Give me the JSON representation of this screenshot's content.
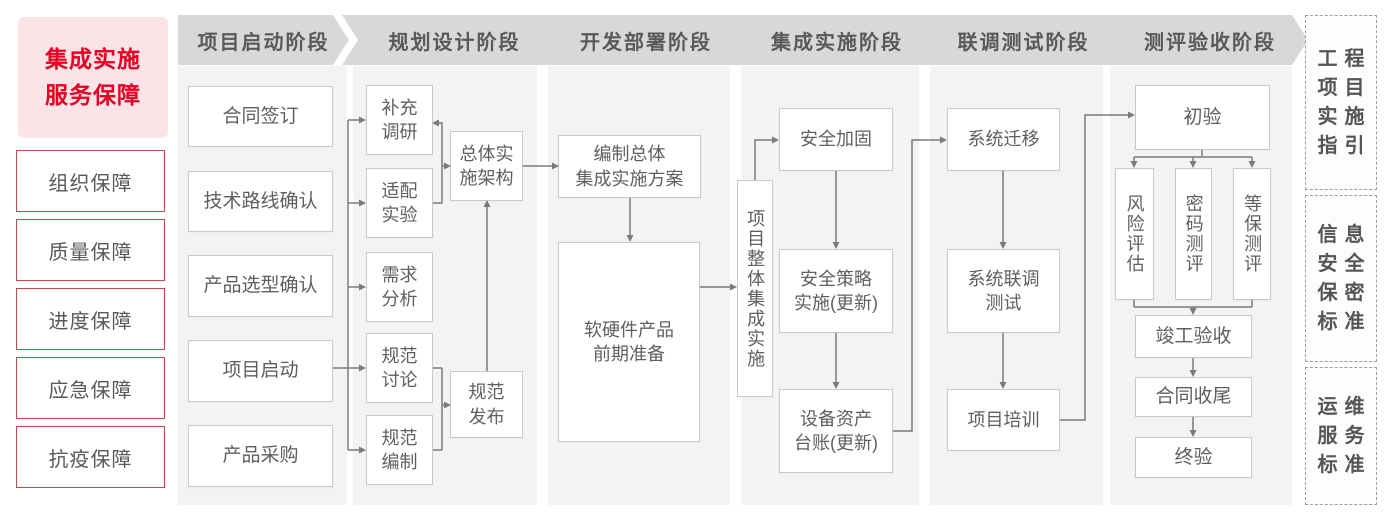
{
  "colors": {
    "accent_red": "#e60021",
    "pink_bg": "#fbe4e7",
    "red_border": "#c44a52",
    "header_gray": "#d8d8d8",
    "column_bg": "#f3f3f3",
    "box_border": "#c9c9c9",
    "line_gray": "#7a7a7a",
    "text_gray": "#595959"
  },
  "sidebar": {
    "title": "集成实施\n服务保障",
    "items": [
      "组织保障",
      "质量保障",
      "进度保障",
      "应急保障",
      "抗疫保障"
    ]
  },
  "phases": [
    "项目启动阶段",
    "规划设计阶段",
    "开发部署阶段",
    "集成实施阶段",
    "联调测试阶段",
    "测评验收阶段"
  ],
  "columns": [
    {
      "header": "项目启动阶段",
      "boxes": [
        "合同签订",
        "技术路线确认",
        "产品选型确认",
        "项目启动",
        "产品采购"
      ]
    },
    {
      "header": "规划设计阶段",
      "boxes": [
        "补充\n调研",
        "适配\n实验",
        "需求\n分析",
        "规范\n讨论",
        "规范\n编制",
        "总体实\n施架构",
        "规范\n发布"
      ]
    },
    {
      "header": "开发部署阶段",
      "boxes": [
        "编制总体\n集成实施方案",
        "软硬件产品\n前期准备"
      ]
    },
    {
      "header": "集成实施阶段",
      "boxes": [
        "项目整体集成实施",
        "安全加固",
        "安全策略\n实施(更新)",
        "设备资产\n台账(更新)"
      ]
    },
    {
      "header": "联调测试阶段",
      "boxes": [
        "系统迁移",
        "系统联调\n测试",
        "项目培训"
      ]
    },
    {
      "header": "测评验收阶段",
      "boxes": [
        "初验",
        "风险评估",
        "密码测评",
        "等保测评",
        "竣工验收",
        "合同收尾",
        "终验"
      ]
    }
  ],
  "references": [
    "工程\n项目\n实施\n指引",
    "信息\n安全\n保密\n标准",
    "运维\n服务\n标准"
  ]
}
